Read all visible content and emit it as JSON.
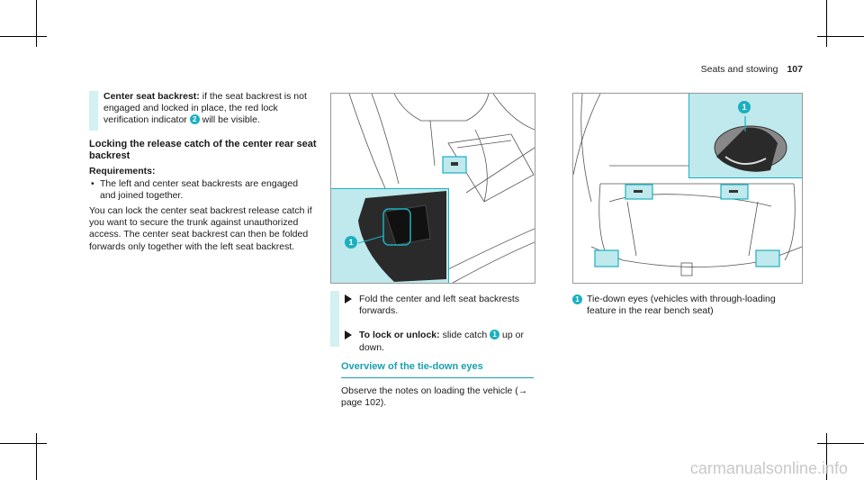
{
  "header": {
    "section": "Seats and stowing",
    "page_number": "107"
  },
  "left_column": {
    "p1_bold": "Center seat backrest:",
    "p1_a": " if the seat backrest is not engaged and locked in place, the red lock verification indicator ",
    "p1_badge": "2",
    "p1_b": " will be visible.",
    "heading": "Locking the release catch of the center rear seat backrest",
    "requirements_label": "Requirements:",
    "requirement_1": "The left and center seat backrests are engaged and joined together.",
    "body": "You can lock the center seat backrest release catch if you want to secure the trunk against unauthorized access. The center seat backrest can then be folded forwards only together with the left seat backrest."
  },
  "middle_column": {
    "figure_badge": "1",
    "step_1": "Fold the center and left seat backrests forwards.",
    "step_2_bold": "To lock or unlock:",
    "step_2_a": " slide catch ",
    "step_2_badge": "1",
    "step_2_b": " up or down.",
    "section_title": "Overview of the tie-down eyes",
    "section_body": "Observe the notes on loading the vehicle (→ page 102)."
  },
  "right_column": {
    "figure_badge": "1",
    "legend_badge": "1",
    "legend_text": "Tie-down eyes (vehicles with through-loading feature in the rear bench seat)"
  },
  "watermark": "carmanualsonline.info",
  "colors": {
    "accent": "#1ab0c0",
    "highlight_bar": "#d2f1f0",
    "inset_bg": "#bfe9ec",
    "section_title": "#1a9fb0"
  }
}
